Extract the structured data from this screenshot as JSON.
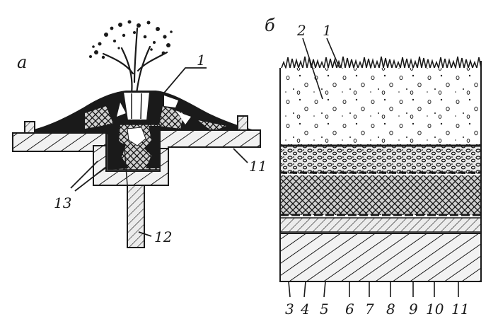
{
  "figure_a": {
    "panel_label": "а",
    "callouts": {
      "c1": "1",
      "c11": "11",
      "c12": "12",
      "c13": "13"
    }
  },
  "figure_b": {
    "panel_label": "б",
    "top_labels": [
      "2",
      "1"
    ],
    "bottom_labels": [
      "3",
      "4",
      "5",
      "6",
      "7",
      "8",
      "9",
      "10",
      "11"
    ]
  },
  "colors": {
    "ink": "#1a1a1a",
    "paper": "#ffffff"
  }
}
